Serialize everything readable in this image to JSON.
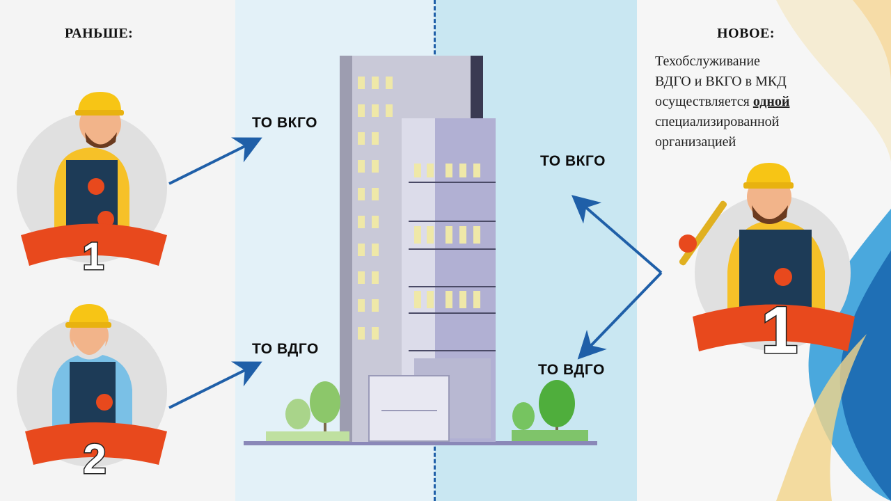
{
  "before": {
    "heading": "РАНЬШЕ:",
    "workers": [
      {
        "number": "1"
      },
      {
        "number": "2"
      }
    ],
    "labels": {
      "vkgo": "ТО ВКГО",
      "vdgo": "ТО ВДГО"
    }
  },
  "after": {
    "heading": "НОВОЕ:",
    "description": {
      "line1": "Техобслуживание",
      "line2": "ВДГО и ВКГО в МКД",
      "line3_pre": "осуществляется ",
      "line3_em": "одной",
      "line4": "специализированной",
      "line5": "организацией"
    },
    "worker": {
      "number": "1"
    },
    "labels": {
      "vkgo": "ТО ВКГО",
      "vdgo": "ТО ВДГО"
    }
  },
  "colors": {
    "arrow": "#1f5fa8",
    "ribbon": "#e8491d",
    "helmet": "#f7c515",
    "overalls": "#1d3b57"
  },
  "icons": [
    "worker-illustration",
    "building-illustration",
    "tree-icon",
    "wrench-icon"
  ]
}
